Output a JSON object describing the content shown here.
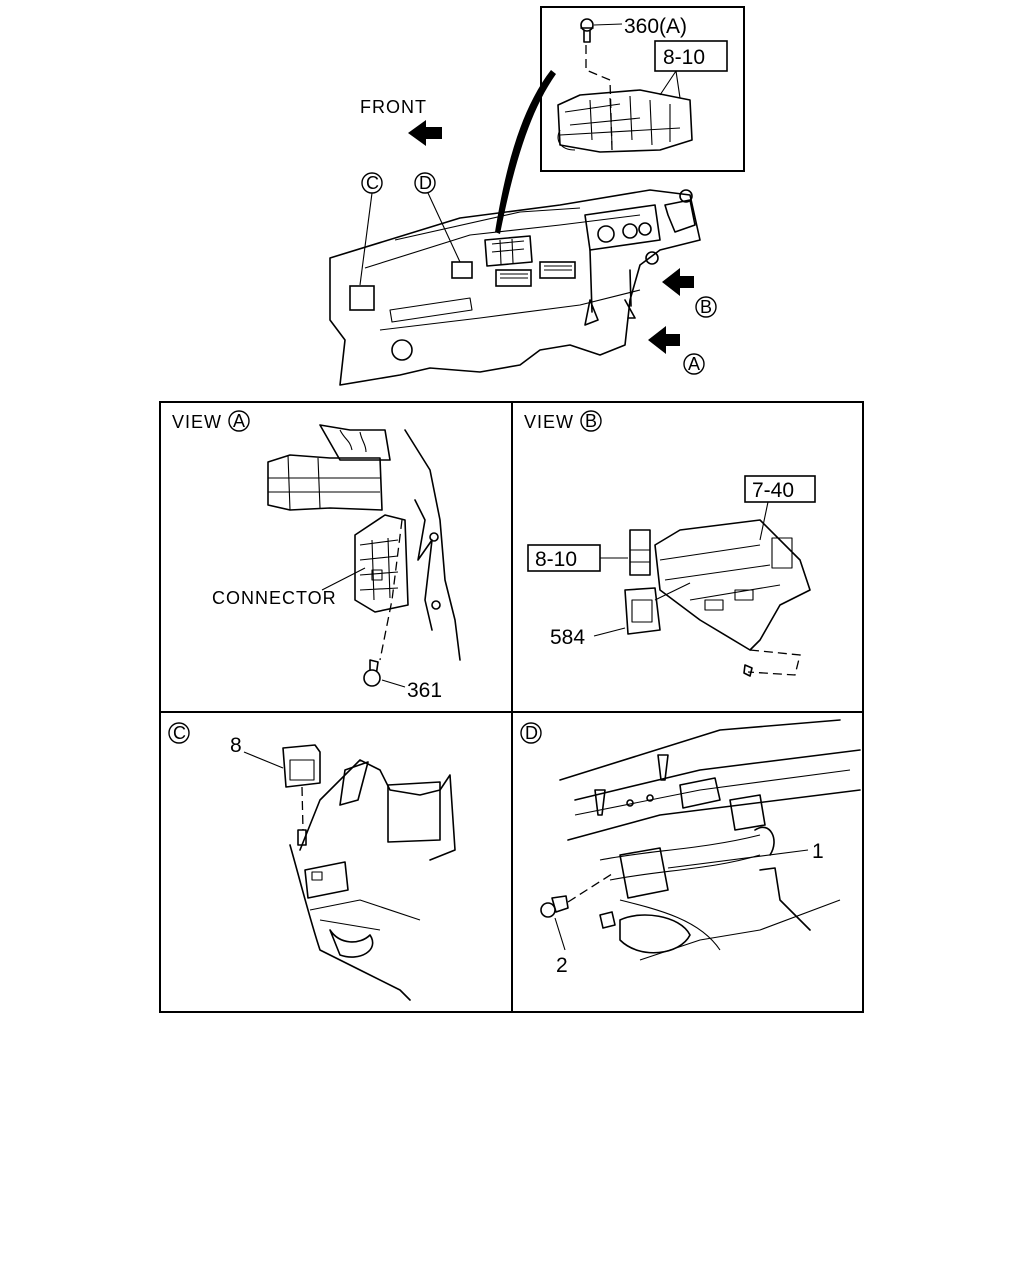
{
  "overview": {
    "front_label": "FRONT",
    "callout_c": "C",
    "callout_d": "D",
    "callout_a": "A",
    "callout_b": "B",
    "inset_part": "360(A)",
    "inset_ref": "8-10"
  },
  "panel_a": {
    "title_prefix": "VIEW",
    "title_letter": "A",
    "connector_label": "CONNECTOR",
    "part_361": "361"
  },
  "panel_b": {
    "title_prefix": "VIEW",
    "title_letter": "B",
    "ref_7_40": "7-40",
    "ref_8_10": "8-10",
    "part_584": "584"
  },
  "panel_c": {
    "title_letter": "C",
    "part_8": "8"
  },
  "panel_d": {
    "title_letter": "D",
    "part_1": "1",
    "part_2": "2"
  }
}
